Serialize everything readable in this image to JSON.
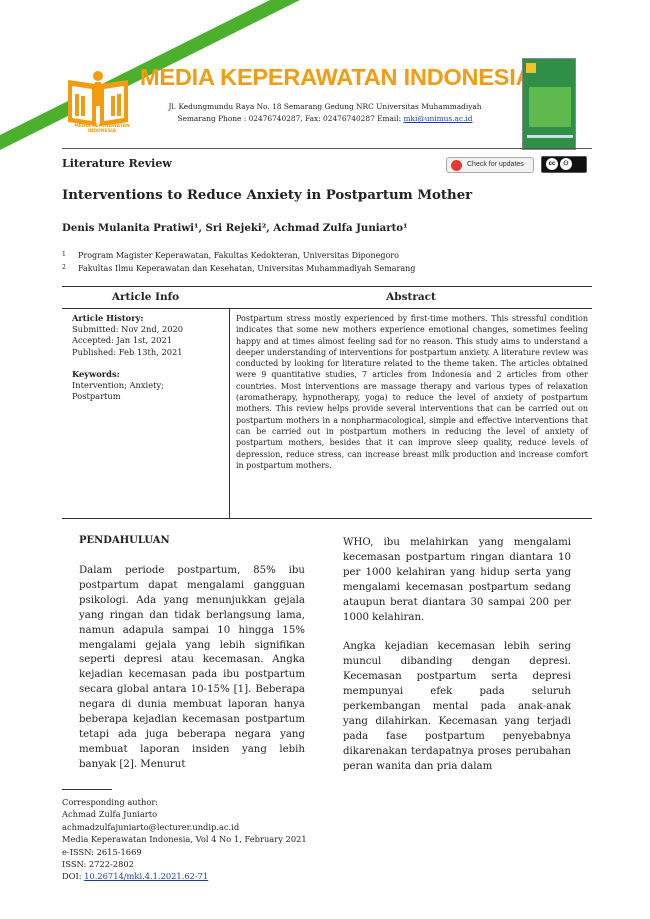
{
  "journal": {
    "title": "MEDIA KEPERAWATAN INDONESIA",
    "logo_subtitle": "MEDIA KEPERAWATAN INDONESIA",
    "address_line1": "Jl. Kedungmundu Raya No. 18 Semarang Gedung NRC Universitas Muhammadiyah",
    "address_line2_prefix": "Semarang Phone : 02476740287, Fax: 02476740287 Email: ",
    "email": "mki@unimus.ac.id"
  },
  "badges": {
    "check_updates": "Check for updates",
    "license": "cc"
  },
  "section_type": "Literature Review",
  "title": "Interventions to Reduce Anxiety in Postpartum Mother",
  "authors": "Denis Mulanita Pratiwi¹, Sri Rejeki², Achmad Zulfa Juniarto¹",
  "affiliations": [
    {
      "num": "1",
      "text": "Program Magister Keperawatan, Fakultas Kedokteran, Universitas Diponegoro"
    },
    {
      "num": "2",
      "text": "Fakultas Ilmu Keperawatan dan Kesehatan, Universitas Muhammadiyah Semarang"
    }
  ],
  "table": {
    "info_header": "Article Info",
    "abstract_header": "Abstract"
  },
  "article_info": {
    "history_label": "Article History:",
    "submitted": "Submitted: Nov 2nd, 2020",
    "accepted": "Accepted: Jan 1st, 2021",
    "published": "Published: Feb 13th, 2021",
    "keywords_label": "Keywords:",
    "keywords_line1": "Intervention; Anxiety;",
    "keywords_line2": "Postpartum"
  },
  "abstract": "Postpartum stress mostly experienced by first-time mothers. This stressful condition indicates that some new mothers experience emotional changes, sometimes feeling happy and at times almost feeling sad for no reason. This study aims to understand a deeper understanding of interventions for postpartum anxiety. A literature review was conducted by looking for literature related to the theme taken. The articles obtained were 9 quantitative studies, 7 articles from Indonesia and 2 articles from other countries. Most interventions are massage therapy and various types of relaxation (aromatherapy, hypnotherapy, yoga) to reduce the level of anxiety of postpartum mothers. This review helps provide several interventions that can be carried out on postpartum mothers in a nonpharmacological, simple and effective interventions that can be carried out in postpartum mothers in reducing the level of anxiety of postpartum mothers, besides that it can improve sleep quality, reduce levels of depression, reduce stress, can increase breast milk production and increase comfort in postpartum mothers.",
  "body": {
    "heading": "PENDAHULUAN",
    "left_p1": "Dalam periode postpartum, 85% ibu postpartum dapat mengalami gangguan psikologi. Ada yang menunjukkan gejala yang ringan dan tidak berlangsung lama, namun adapula sampai 10 hingga 15% mengalami gejala yang lebih signifikan seperti depresi atau kecemasan. Angka kejadian kecemasan pada ibu postpartum secara global antara 10-15% [1]. Beberapa negara di dunia membuat laporan hanya beberapa kejadian kecemasan postpartum tetapi ada juga beberapa negara yang membuat laporan insiden yang lebih banyak [2]. Menurut",
    "right_p1": "WHO, ibu melahirkan yang mengalami kecemasan postpartum ringan diantara 10 per 1000 kelahiran yang hidup serta yang mengalami kecemasan postpartum sedang ataupun berat diantara 30 sampai 200 per 1000 kelahiran.",
    "right_p2": "Angka kejadian kecemasan lebih sering muncul dibanding dengan depresi. Kecemasan postpartum serta depresi mempunyai efek pada seluruh perkembangan mental pada anak-anak yang dilahirkan. Kecemasan yang terjadi pada fase postpartum penyebabnya dikarenakan terdapatnya proses perubahan peran wanita dan pria dalam"
  },
  "footnote": {
    "label": "Corresponding author:",
    "name": "Achmad Zulfa Juniarto",
    "email": "achmadzulfajuniarto@lecturer.undip.ac.id",
    "journal": "Media Keperawatan Indonesia, Vol 4 No 1, February 2021",
    "eissn": "e-ISSN: 2615-1669",
    "issn": "ISSN: 2722-2802",
    "doi_prefix": "DOI: ",
    "doi": "10.26714/mki.4.1.2021.62-71"
  },
  "colors": {
    "brand_orange": "#f39c12",
    "brand_green": "#4caf2e",
    "link_blue": "#1a3ea8"
  }
}
